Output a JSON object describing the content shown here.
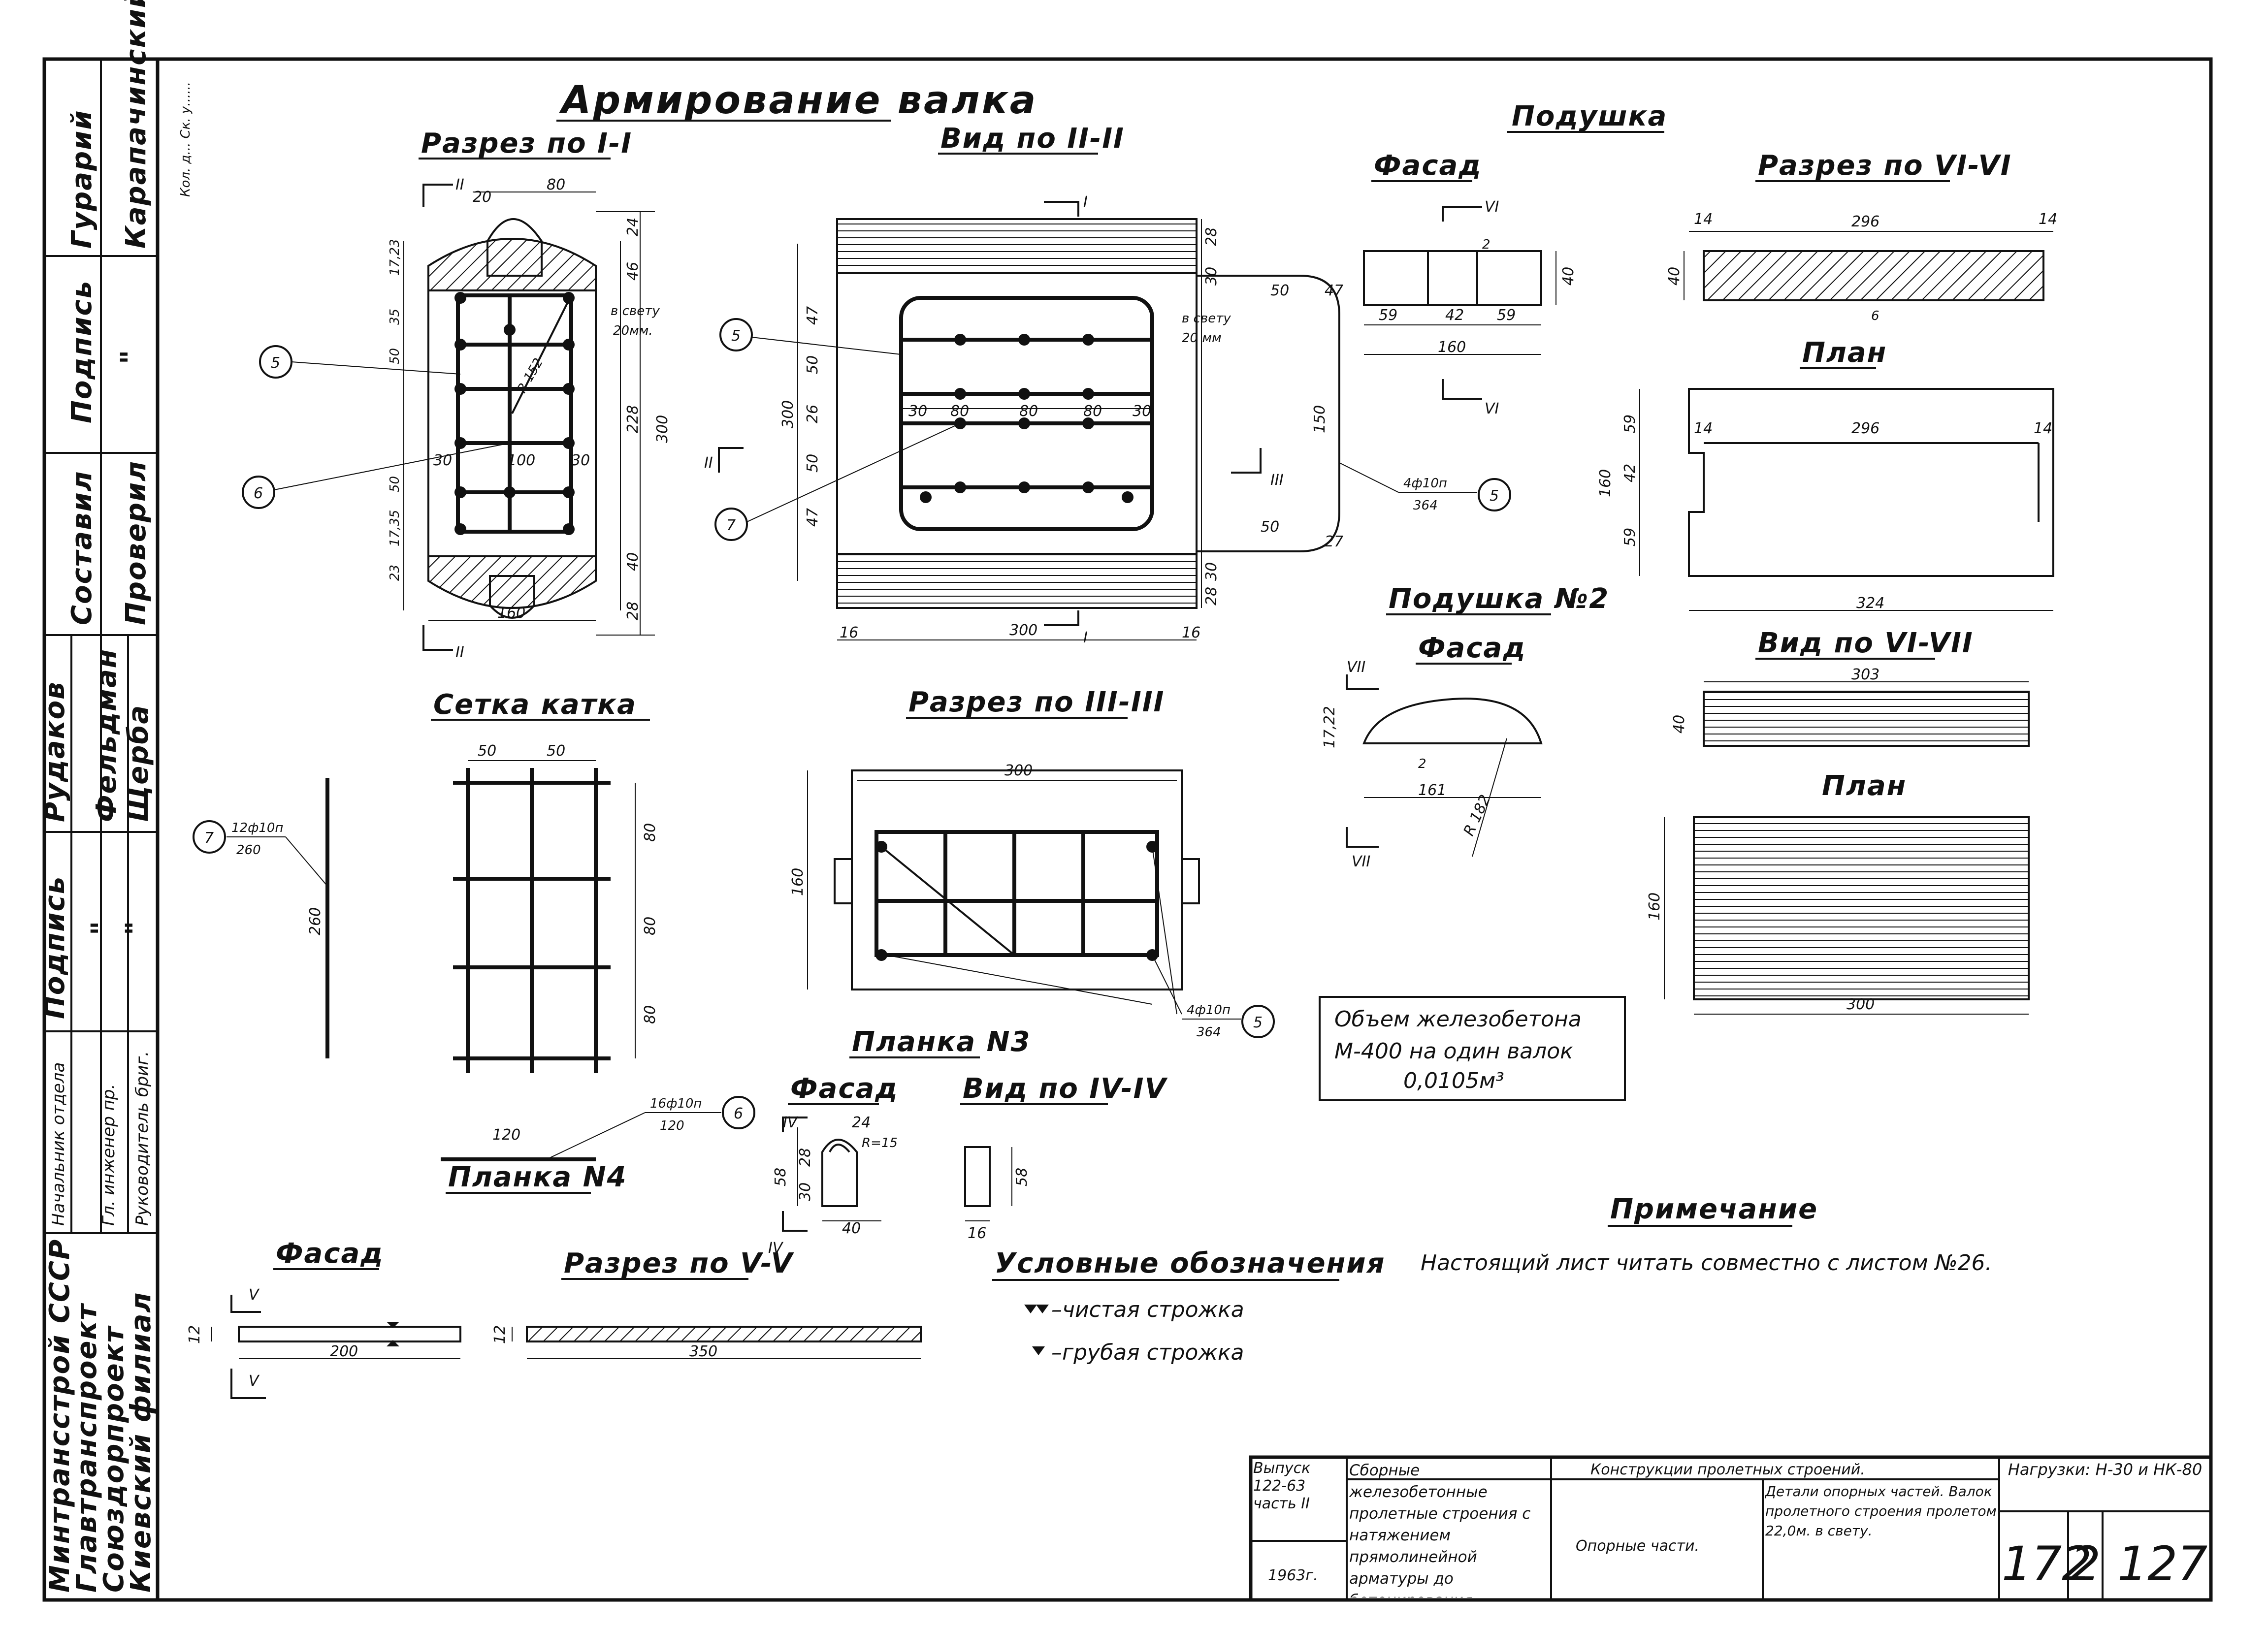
{
  "main_title": "Армирование валка",
  "sections": {
    "cut_1": "Разрез по I-I",
    "view_2": "Вид по II-II",
    "pad": "Подушка",
    "pad_facade": "Фасад",
    "cut_6": "Разрез по VI-VI",
    "plan_1": "План",
    "pad_2": "Подушка №2",
    "pad_2_facade": "Фасад",
    "view_67": "Вид по VI-VII",
    "plan_2": "План",
    "mesh": "Сетка катка",
    "cut_3": "Разрез по III-III",
    "plate_3": "Планка N3",
    "plate_3_facade": "Фасад",
    "view_4": "Вид по IV-IV",
    "plate_4": "Планка N4",
    "plate_4_facade": "Фасад",
    "cut_5": "Разрез по V-V"
  },
  "dims": {
    "c1_20": "20",
    "c1_80": "80",
    "c1_24": "24",
    "c1_46": "46",
    "c1_228": "228",
    "c1_300": "300",
    "c1_40": "40",
    "c1_28": "28",
    "c1_160": "160",
    "c1_100": "100",
    "c1_30": "30",
    "c1_r": "R 152",
    "c1_svetu": "в свету",
    "c1_20mm": "20мм.",
    "c1_l1": "17,23",
    "c1_l2": "35",
    "c1_l3": "50",
    "c1_l4": "50",
    "c1_l5": "17,35",
    "c1_l6": "23",
    "v2_28a": "28",
    "v2_30a": "30",
    "v2_50": "50",
    "v2_47a": "47",
    "v2_50a": "50",
    "v2_26": "26",
    "v2_50b": "50",
    "v2_47b": "47",
    "v2_300v": "300",
    "v2_30b": "30",
    "v2_80a": "80",
    "v2_80b": "80",
    "v2_80c": "80",
    "v2_30c": "30",
    "v2_150": "150",
    "v2_30d": "30",
    "v2_28b": "28",
    "v2_16a": "16",
    "v2_300h": "300",
    "v2_16b": "16",
    "v2_svetu": "в свету",
    "v2_20mm": "20 мм",
    "v2_47c": "47",
    "v2_50c": "50",
    "v2_27": "27",
    "pf_40": "40",
    "pf_59a": "59",
    "pf_42": "42",
    "pf_59b": "59",
    "pf_160": "160",
    "pf_2": "2",
    "c6_14a": "14",
    "c6_296": "296",
    "c6_14b": "14",
    "c6_40": "40",
    "c6_6": "6",
    "p1_59a": "59",
    "p1_42": "42",
    "p1_59b": "59",
    "p1_160": "160",
    "p1_14a": "14",
    "p1_296": "296",
    "p1_14b": "14",
    "p1_324": "324",
    "p2_1722": "17,22",
    "p2_2": "2",
    "p2_161": "161",
    "p2_r": "R 182",
    "v67_303": "303",
    "v67_40": "40",
    "pl2_160": "160",
    "pl2_300": "300",
    "m_50a": "50",
    "m_50b": "50",
    "m_80a": "80",
    "m_80b": "80",
    "m_80c": "80",
    "m_260": "260",
    "m_120": "120",
    "c3_300": "300",
    "c3_160": "160",
    "pl3_24": "24",
    "pl3_58": "58",
    "pl3_28": "28",
    "pl3_30": "30",
    "pl3_40": "40",
    "pl3_r": "R=15",
    "v4_58": "58",
    "v4_16": "16",
    "pl4_12a": "12",
    "pl4_200": "200",
    "pl4_12b": "12",
    "pl4_350": "350"
  },
  "rebar": {
    "r5": "5",
    "r6": "6",
    "r7": "7",
    "r5_spec_top": "4ф10п",
    "r5_spec_bot": "364",
    "r5b_spec_top": "4ф10п",
    "r5b_spec_bot": "364",
    "r7_spec_top": "12ф10п",
    "r7_spec_bot": "260",
    "r6_spec_top": "16ф10п",
    "r6_spec_bot": "120"
  },
  "roman": {
    "c1_II_top": "II",
    "c1_II_bot": "II",
    "v2_I_top": "I",
    "v2_I_bot": "I",
    "v2_II": "II",
    "v2_III": "III",
    "pf_VI_top": "VI",
    "pf_VI_bot": "VI",
    "p2_VII_top": "VII",
    "p2_VII_bot": "VII",
    "pl3_IV_top": "IV",
    "pl3_IV_bot": "IV",
    "pl4_V_top": "V",
    "pl4_V_bot": "V"
  },
  "volume_note": {
    "line1": "Объем железобетона",
    "line2": "М-400 на один валок",
    "line3": "0,0105м³"
  },
  "legend": {
    "title": "Условные обозначения",
    "item1": "–чистая строжка",
    "item2": "–грубая строжка"
  },
  "note": {
    "title": "Примечание",
    "text": "Настоящий лист читать совместно с листом №26."
  },
  "side_stamp": {
    "r1a": "Гурарий",
    "r1b": "Карапачинский",
    "r2a": "Подпись",
    "r2b": "\"",
    "r3a": "Составил",
    "r3b": "Проверил",
    "r4a": "Рудаков",
    "r4b": "Фельдман",
    "r4c": "Щерба",
    "r5a": "Подпись",
    "r5b": "\"",
    "r5c": "\"",
    "r6a": "Начальник отдела",
    "r6b": "Гл. инженер пр.",
    "r6c": "Руководитель бриг.",
    "org1": "Минтрансстрой СССР",
    "org2": "Главтранспроект",
    "org3": "Союздорпроект",
    "org4": "Киевский филиал",
    "small": "Кол. д...   Ск. у......"
  },
  "title_block": {
    "issue": "Выпуск 122-63 часть II",
    "year": "1963г.",
    "description": "Сборные железобетонные пролетные строения с натяжением прямолинейной арматуры до бетонирования.",
    "group": "Конструкции пролетных строений.",
    "part": "Опорные части.",
    "detail": "Детали опорных частей. Валок пролетного строения пролетом 22,0м. в свету.",
    "loads": "Нагрузки: Н-30 и НК-80",
    "n1": "172",
    "n2": "2",
    "n3": "127"
  }
}
